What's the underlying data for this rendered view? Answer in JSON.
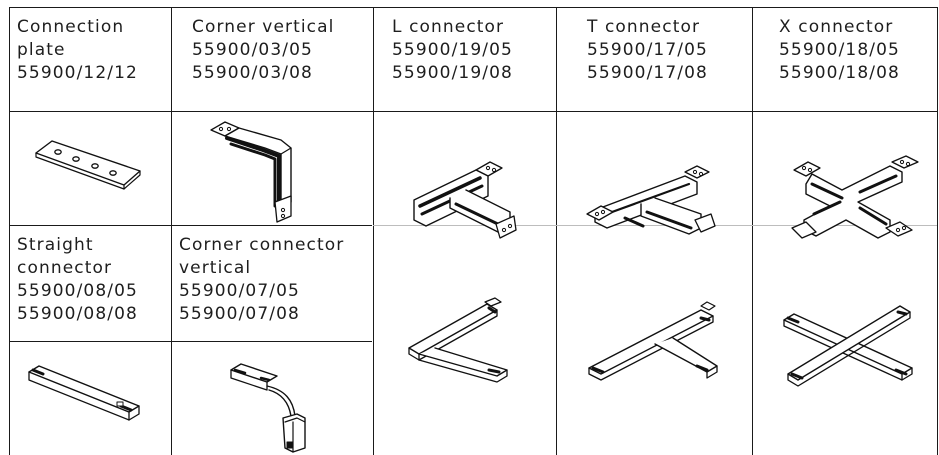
{
  "headers": [
    {
      "lines": [
        "Connection",
        "plate",
        "55900/12/12"
      ]
    },
    {
      "lines": [
        "Corner vertical",
        "55900/03/05",
        "55900/03/08"
      ]
    },
    {
      "lines": [
        "L connector",
        "55900/19/05",
        "55900/19/08"
      ]
    },
    {
      "lines": [
        "T connector",
        "55900/17/05",
        "55900/17/08"
      ]
    },
    {
      "lines": [
        "X connector",
        "55900/18/05",
        "55900/18/08"
      ]
    }
  ],
  "second_row": [
    {
      "lines": [
        "Straight",
        "connector",
        "55900/08/05",
        "55900/08/08"
      ]
    },
    {
      "lines": [
        "Corner connector",
        "vertical",
        "55900/07/05",
        "55900/07/08"
      ]
    }
  ]
}
